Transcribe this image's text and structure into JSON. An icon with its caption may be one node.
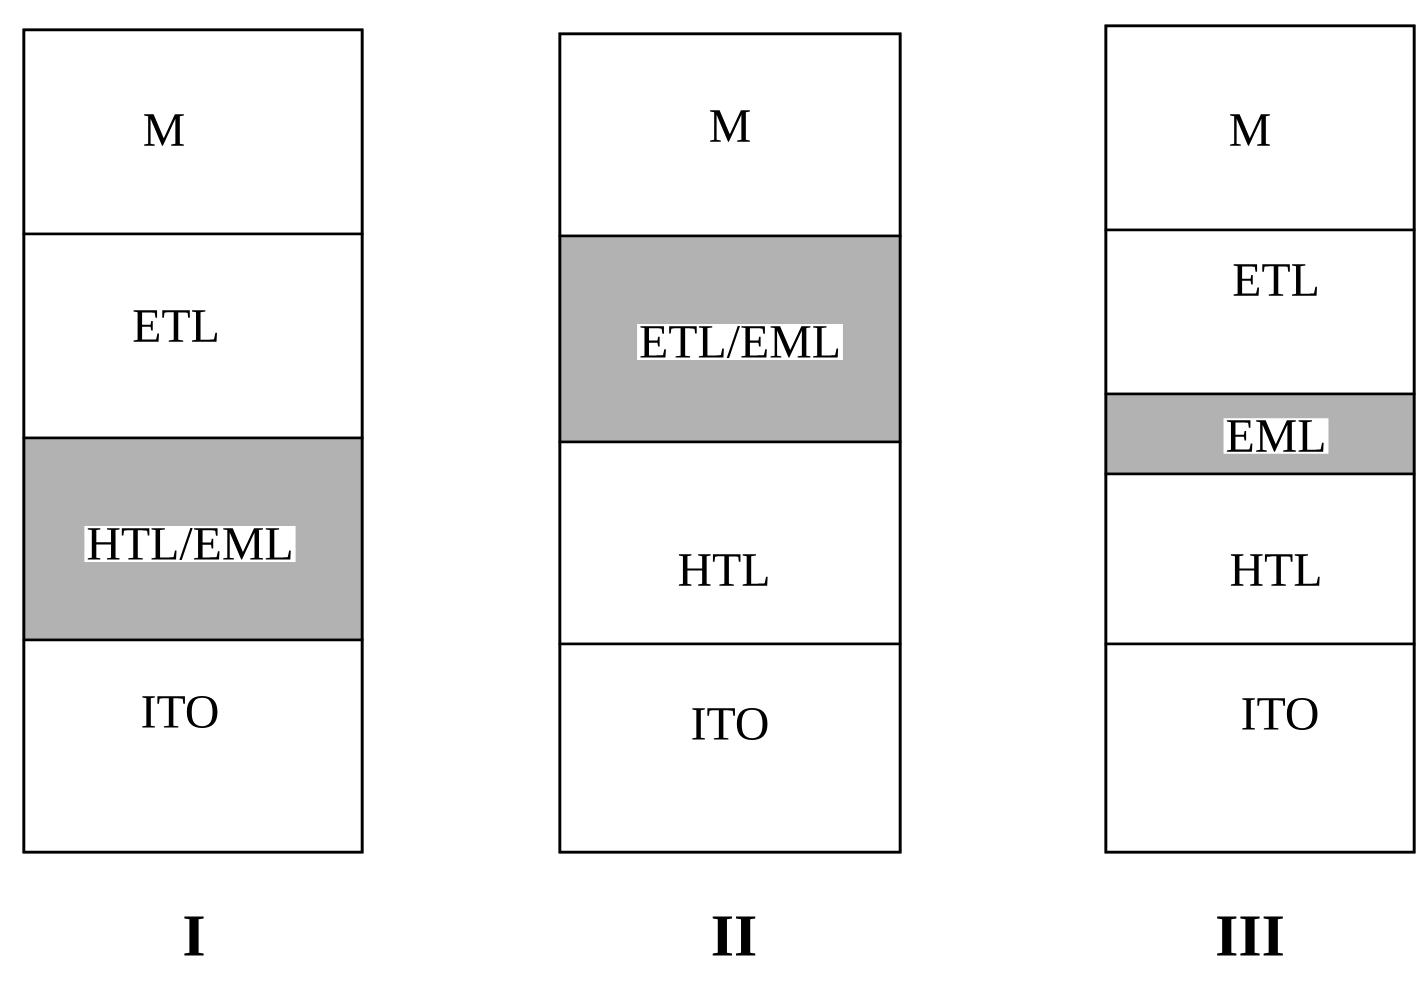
{
  "diagram": {
    "nodes": [
      {
        "text": [
          "I"
        ]
      },
      {
        "text": [
          "M"
        ],
        "in": 0
      },
      {
        "text": [
          "ETL"
        ],
        "in": 0
      },
      {
        "text": [
          "HTL/EML"
        ],
        "in": 0
      },
      {
        "text": [
          "ITO"
        ],
        "in": 0
      },
      {
        "text": [
          "II"
        ]
      },
      {
        "text": [
          "M"
        ],
        "in": 5
      },
      {
        "text": [
          "ETL/EML"
        ],
        "in": 5
      },
      {
        "text": [
          "HTL"
        ],
        "in": 5
      },
      {
        "text": [
          "ITO"
        ],
        "in": 5
      },
      {
        "text": [
          "III"
        ]
      },
      {
        "text": [
          "M"
        ],
        "in": 10
      },
      {
        "text": [
          "ETL"
        ],
        "in": 10
      },
      {
        "text": [
          "EML"
        ],
        "in": 10
      },
      {
        "text": [
          "HTL"
        ],
        "in": 10
      },
      {
        "text": [
          "ITO"
        ],
        "in": 10
      }
    ]
  }
}
